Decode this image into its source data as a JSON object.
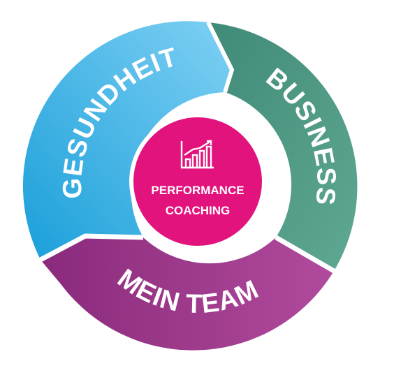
{
  "diagram": {
    "segments": [
      {
        "id": "gesundheit",
        "label": "GESUNDHEIT",
        "color_start": "#1a9fd9",
        "color_end": "#7fd0f4"
      },
      {
        "id": "business",
        "label": "BUSINESS",
        "color_start": "#3f8a77",
        "color_end": "#5fa893"
      },
      {
        "id": "mein-team",
        "label": "MEIN TEAM",
        "color_start": "#8a2a7c",
        "color_end": "#b14a9c"
      }
    ],
    "center": {
      "line1": "PERFORMANCE",
      "line2": "COACHING",
      "icon": "bar-chart-growth-icon",
      "color": "#e3137e"
    },
    "colors": {
      "background": "#ffffff",
      "gap": "#ffffff"
    }
  }
}
